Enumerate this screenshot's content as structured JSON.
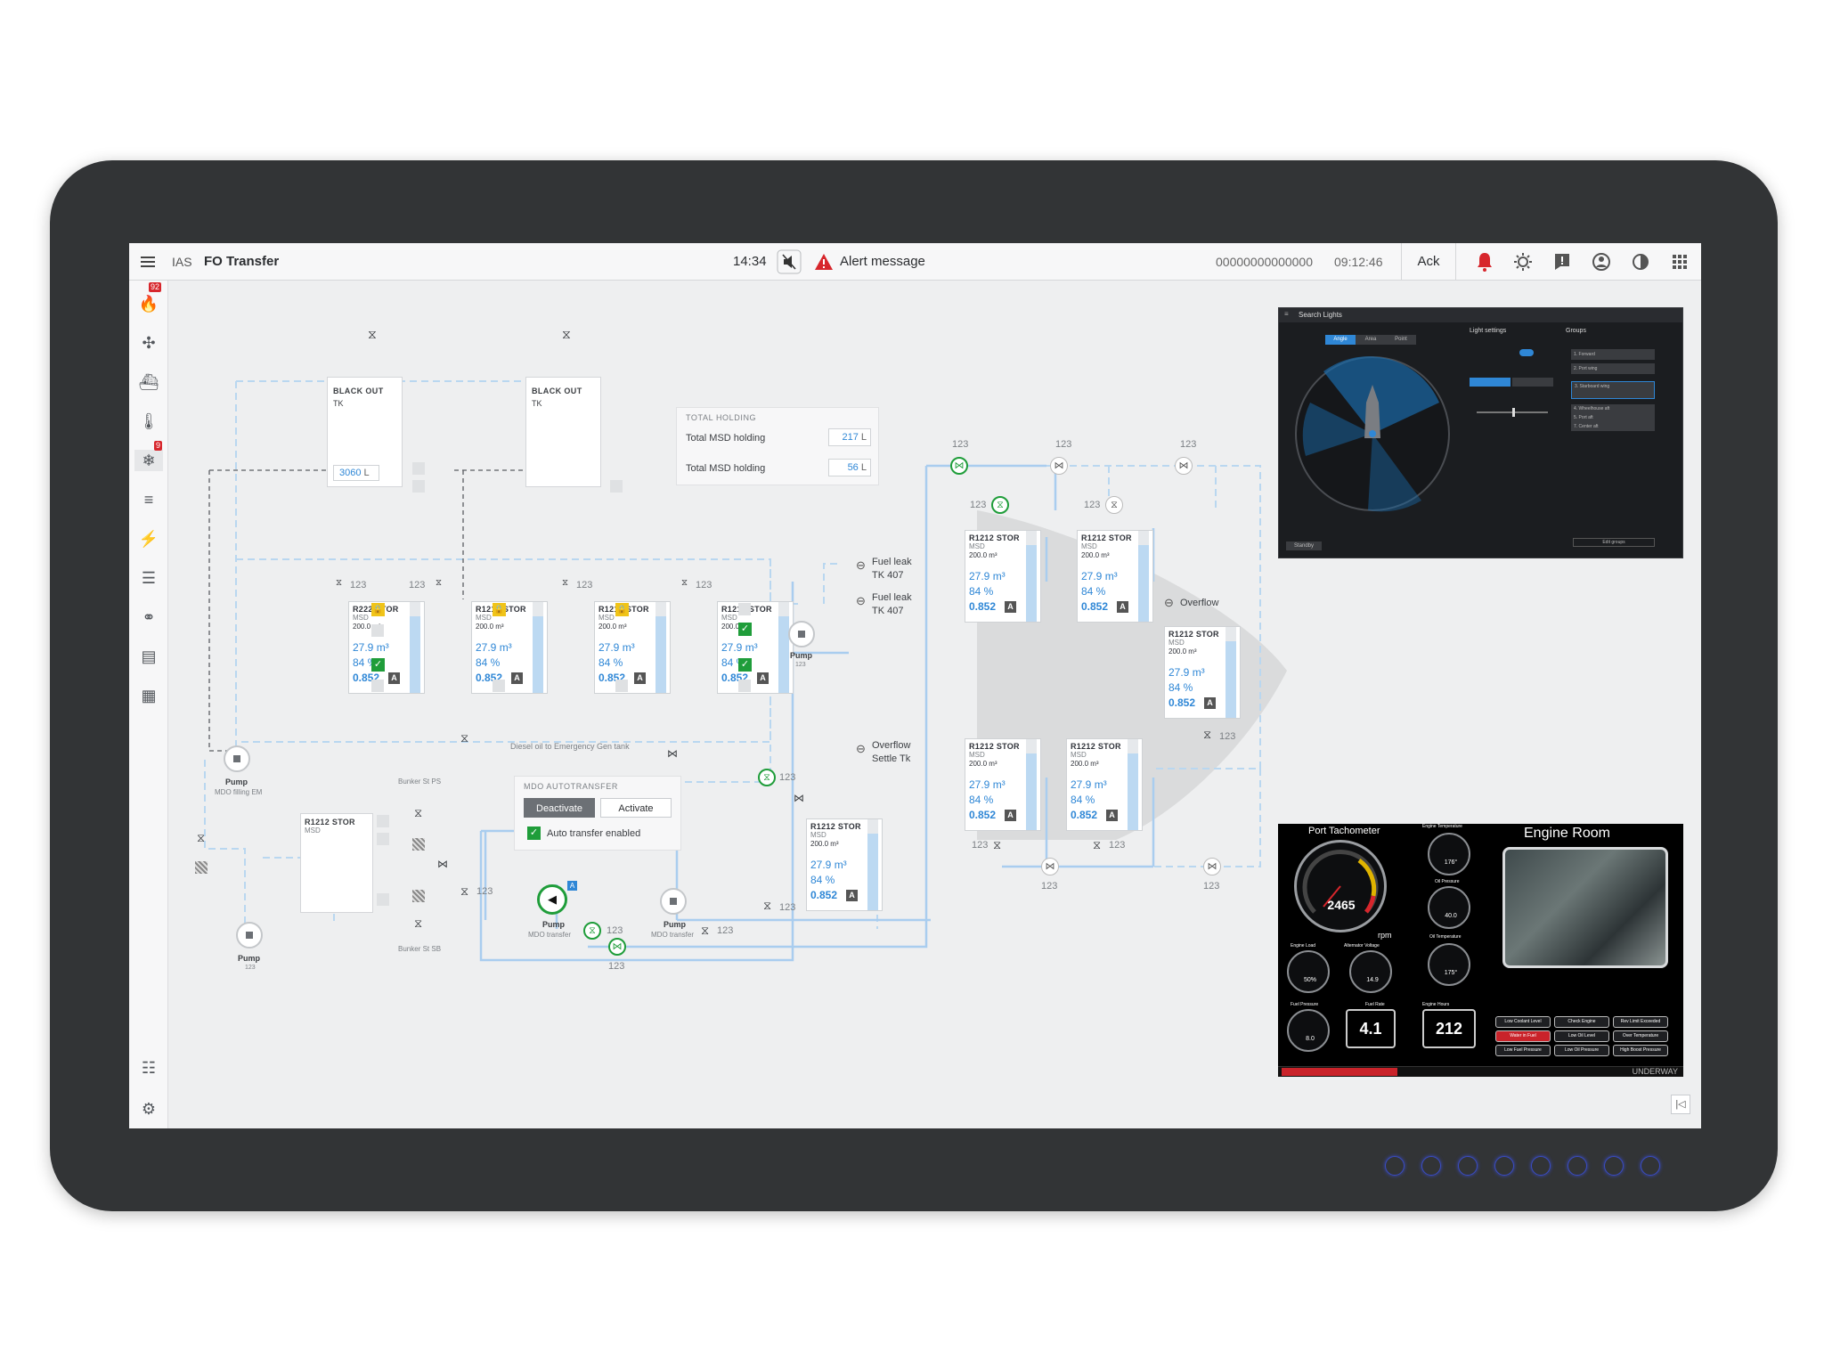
{
  "topbar": {
    "app": "IAS",
    "title": "FO Transfer",
    "clock": "14:34",
    "alert_message": "Alert message",
    "alert_id": "00000000000000",
    "alert_time": "09:12:46",
    "ack_label": "Ack"
  },
  "sidebar": {
    "badge_fire": "92",
    "badge_cool": "9"
  },
  "holding": {
    "title": "TOTAL HOLDING",
    "rows": [
      {
        "label": "Total MSD holding",
        "value": "217",
        "unit": "L"
      },
      {
        "label": "Total MSD holding",
        "value": "56",
        "unit": "L"
      }
    ]
  },
  "blackout": [
    {
      "label": "BLACK OUT",
      "sub": "TK",
      "value": "3060",
      "unit": "L"
    },
    {
      "label": "BLACK OUT",
      "sub": "TK"
    }
  ],
  "tanks": [
    {
      "name": "R222 STOR",
      "type": "MSD",
      "cap": "200.0 m³",
      "vol": "27.9 m³",
      "pct": "84 %",
      "dens": "0.852",
      "a": "A",
      "fill": 0.84
    },
    {
      "name": "R1212 STOR",
      "type": "MSD",
      "cap": "200.0 m³",
      "vol": "27.9 m³",
      "pct": "84 %",
      "dens": "0.852",
      "a": "A",
      "fill": 0.84
    },
    {
      "name": "R1212 STOR",
      "type": "MSD",
      "cap": "200.0 m³",
      "vol": "27.9 m³",
      "pct": "84 %",
      "dens": "0.852",
      "a": "A",
      "fill": 0.84
    },
    {
      "name": "R1212 STOR",
      "type": "MSD",
      "cap": "200.0 m³",
      "vol": "27.9 m³",
      "pct": "84 %",
      "dens": "0.852",
      "a": "A",
      "fill": 0.84
    },
    {
      "name": "R1212 STOR",
      "type": "MSD",
      "cap": "200.0 m³",
      "vol": "27.9 m³",
      "pct": "84 %",
      "dens": "0.852",
      "a": "A",
      "fill": 0.84
    },
    {
      "name": "R1212 STOR",
      "type": "MSD",
      "cap": "200.0 m³",
      "vol": "27.9 m³",
      "pct": "84 %",
      "dens": "0.852",
      "a": "A",
      "fill": 0.84
    },
    {
      "name": "R1212 STOR",
      "type": "MSD",
      "cap": "200.0 m³",
      "vol": "27.9 m³",
      "pct": "84 %",
      "dens": "0.852",
      "a": "A",
      "fill": 0.84
    },
    {
      "name": "R1212 STOR",
      "type": "MSD",
      "cap": "200.0 m³",
      "vol": "27.9 m³",
      "pct": "84 %",
      "dens": "0.852",
      "a": "A",
      "fill": 0.84
    },
    {
      "name": "R1212 STOR",
      "type": "MSD",
      "cap": "200.0 m³",
      "vol": "27.9 m³",
      "pct": "84 %",
      "dens": "0.852",
      "a": "A",
      "fill": 0.84
    },
    {
      "name": "R1212 STOR",
      "type": "MSD",
      "cap": "200.0 m³",
      "vol": "27.9 m³",
      "pct": "84 %",
      "dens": "0.852",
      "a": "A",
      "fill": 0.84
    }
  ],
  "small_tank": {
    "name": "R1212 STOR",
    "type": "MSD"
  },
  "labels": {
    "n123": "123",
    "pump": "Pump",
    "pump_sub_em": "MDO filling EM",
    "pump_sub_mdo": "MDO transfer",
    "fuel_leak": "Fuel leak",
    "tk407": "TK 407",
    "overflow": "Overflow",
    "overflow_settle_1": "Overflow",
    "overflow_settle_2": "Settle Tk",
    "diesel": "Diesel oil to Emergency Gen tank",
    "bunker_ps": "Bunker St PS",
    "bunker_sb": "Bunker St SB"
  },
  "autotransfer": {
    "title": "MDO AUTOTRANSFER",
    "deactivate": "Deactivate",
    "activate": "Activate",
    "enabled": "Auto transfer enabled"
  },
  "search_lights": {
    "title": "Search Lights",
    "tabs": [
      "Angle",
      "Area",
      "Point"
    ],
    "settings": "Light settings",
    "groups": "Groups",
    "group_items": [
      "1. Forward",
      "2. Port wing",
      "3. Starboard wing",
      "4. Wheelhouse aft",
      "5. Port aft",
      "7. Center aft"
    ],
    "edit_groups": "Edit groups",
    "standby": "Standby"
  },
  "engine": {
    "tach_title": "Port Tachometer",
    "rpm": "2465",
    "rpm_unit": "rpm",
    "room_title": "Engine Room",
    "fuel_rate": "4.1",
    "engine_hours": "212",
    "underway": "UNDERWAY",
    "engine_temp": "Engine Temperature",
    "oil_pressure": "Oil Pressure",
    "oil_temp": "Oil Temperature",
    "engine_load": "Engine Load",
    "alt_voltage": "Alternator Voltage",
    "fuel_pressure": "Fuel Pressure",
    "fuel_rate_lbl": "Fuel Rate",
    "engine_hours_lbl": "Engine Hours",
    "temp_val": "176°",
    "oil_p_val": "40.0",
    "oil_t_val": "175°",
    "load_val": "50%",
    "volt_val": "14.9",
    "fuel_p_val": "8.0",
    "warnings": [
      "Low Coolant Level",
      "Check Engine",
      "Rev Limit Exceeded",
      "Water in Fuel",
      "Low Oil Level",
      "Over Temperature",
      "Low Fuel Pressure",
      "Low Oil Pressure",
      "High Boost Pressure"
    ]
  },
  "colors": {
    "accent": "#2f87d6",
    "alarm": "#d7262c",
    "ok": "#1f9d3a",
    "warn": "#f0c419"
  }
}
